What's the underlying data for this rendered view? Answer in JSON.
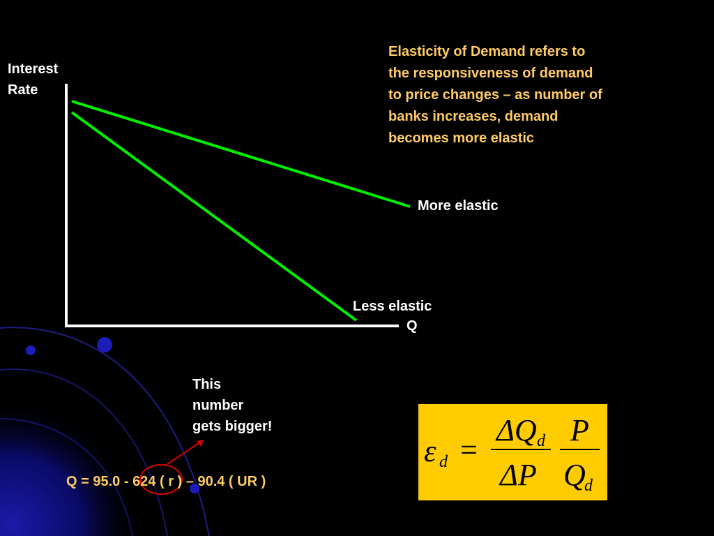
{
  "axis": {
    "y_label_line1": "Interest",
    "y_label_line2": "Rate",
    "x_label": "Q"
  },
  "curves": {
    "more_elastic_label": "More elastic",
    "less_elastic_label": "Less elastic",
    "line_color": "#00ee00"
  },
  "description": {
    "lines": [
      "Elasticity of Demand refers to",
      "the responsiveness of demand",
      "to price changes – as number of",
      "banks increases, demand",
      "becomes more elastic"
    ],
    "color": "#ffcc66"
  },
  "note": {
    "lines": [
      "This",
      "number",
      "gets bigger!"
    ]
  },
  "equation": {
    "prefix": "Q = 95.0 - ",
    "highlight": "624",
    "suffix": " ( r ) – 90.4 ( UR )",
    "highlight_circle_color": "#dd0000"
  },
  "formula": {
    "epsilon": "ε",
    "epsilon_sub": "d",
    "equals": "=",
    "delta_q": "ΔQ",
    "delta_q_sub": "d",
    "delta_p": "ΔP",
    "p": "P",
    "q": "Q",
    "q_sub": "d",
    "box_color": "#ffcc00"
  }
}
